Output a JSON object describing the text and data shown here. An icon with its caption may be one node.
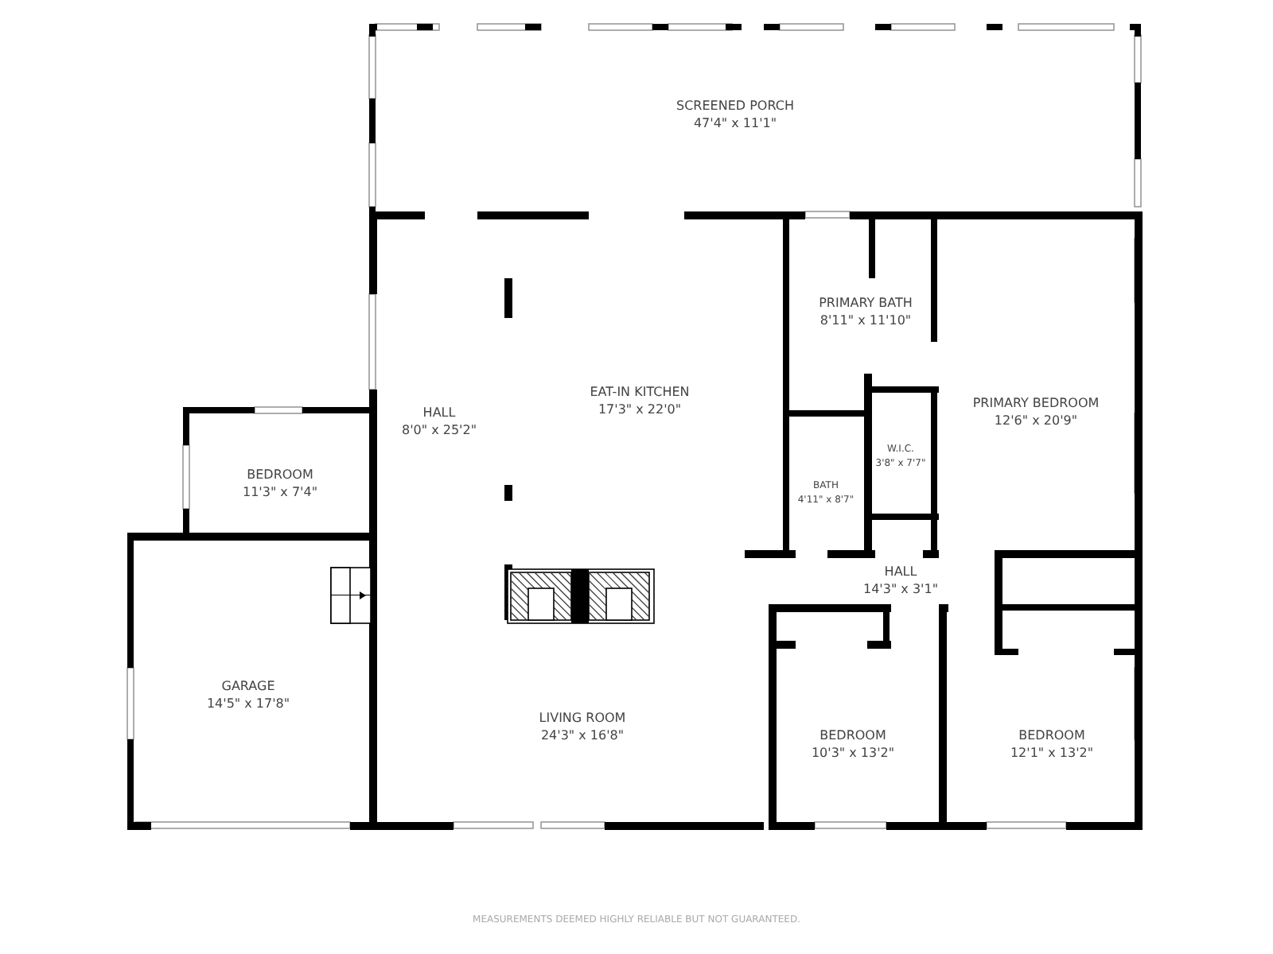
{
  "diagram": {
    "nodes": [
      {
        "text": [
          "SCREENED PORCH",
          "47'4\" x 11'1\""
        ]
      },
      {
        "text": [
          "HALL",
          "8'0\" x 25'2\""
        ]
      },
      {
        "text": [
          "EAT-IN KITCHEN",
          "17'3\" x 22'0\""
        ]
      },
      {
        "text": [
          "PRIMARY BATH",
          "8'11\" x 11'10\""
        ]
      },
      {
        "text": [
          "PRIMARY BEDROOM",
          "12'6\" x 20'9\""
        ]
      },
      {
        "text": [
          "BEDROOM",
          "11'3\" x 7'4\""
        ]
      },
      {
        "text": [
          "W.I.C.",
          "3'8\" x 7'7\""
        ]
      },
      {
        "text": [
          "BATH",
          "4'11\" x 8'7\""
        ]
      },
      {
        "text": [
          "HALL",
          "14'3\" x 3'1\""
        ]
      },
      {
        "text": [
          "GARAGE",
          "14'5\" x 17'8\""
        ]
      },
      {
        "text": [
          "LIVING ROOM",
          "24'3\" x 16'8\""
        ]
      },
      {
        "text": [
          "BEDROOM",
          "10'3\" x 13'2\""
        ]
      },
      {
        "text": [
          "BEDROOM",
          "12'1\" x 13'2\""
        ]
      }
    ],
    "edges": [],
    "labels": [
      "MEASUREMENTS DEEMED HIGHLY RELIABLE BUT NOT GUARANTEED."
    ]
  }
}
